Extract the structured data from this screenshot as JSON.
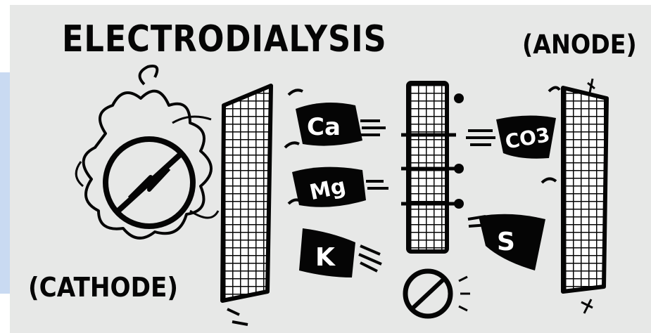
{
  "diagram": {
    "title": "ELECTRODIALYSIS",
    "anode_label": "(ANODE)",
    "cathode_label": "(CATHODE)",
    "ions": {
      "ca": "Ca",
      "mg": "Mg",
      "k": "K",
      "co3": "CO3",
      "s": "S"
    },
    "colors": {
      "ink": "#050505",
      "panel": "#e7e8e7",
      "side_band": "#c9daf2"
    }
  }
}
